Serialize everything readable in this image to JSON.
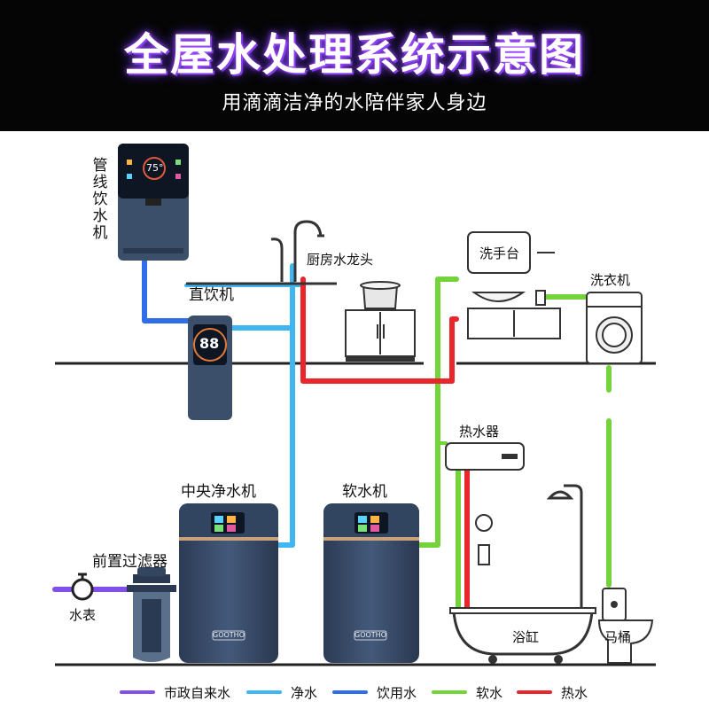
{
  "header": {
    "title": "全屋水处理系统示意图",
    "subtitle": "用滴滴洁净的水陪伴家人身边"
  },
  "labels": {
    "pipeline_dispenser": "管线饮水机",
    "direct_drinker": "直饮机",
    "kitchen_faucet": "厨房水龙头",
    "wash_basin": "洗手台",
    "washing_machine": "洗衣机",
    "water_heater": "热水器",
    "central_purifier": "中央净水机",
    "softener": "软水机",
    "pre_filter": "前置过滤器",
    "water_meter": "水表",
    "bathtub": "浴缸",
    "toilet": "马桶"
  },
  "devices": {
    "dispenser_temp": "75°",
    "direct_drinker_display": "88",
    "brand": "GOOTHO"
  },
  "colors": {
    "municipal": "#8050e8",
    "purified": "#3fb6f2",
    "drinking": "#2f6ee8",
    "soft": "#74d23a",
    "hot": "#e8262c",
    "appliance": "#3c4f6a"
  },
  "legend": [
    {
      "label": "市政自来水",
      "color": "#8050e8"
    },
    {
      "label": "净水",
      "color": "#3fb6f2"
    },
    {
      "label": "饮用水",
      "color": "#2f6ee8"
    },
    {
      "label": "软水",
      "color": "#74d23a"
    },
    {
      "label": "热水",
      "color": "#e8262c"
    }
  ]
}
